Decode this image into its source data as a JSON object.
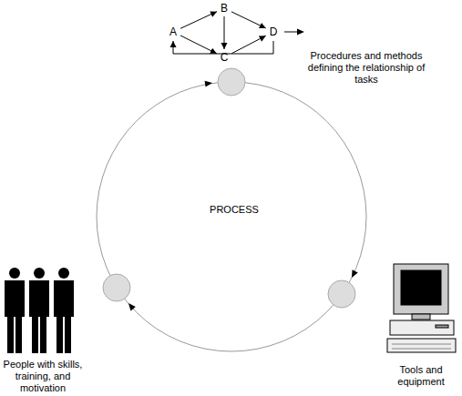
{
  "diagram": {
    "nodes": [
      {
        "text": [
          "A"
        ]
      },
      {
        "text": [
          "B"
        ]
      },
      {
        "text": [
          "C"
        ]
      },
      {
        "text": [
          "D"
        ]
      }
    ],
    "edges": [
      {
        "from": 0,
        "to": 1,
        "arrow": "to"
      },
      {
        "from": 0,
        "to": 2,
        "arrow": "to"
      },
      {
        "from": 1,
        "to": 2,
        "arrow": "to"
      },
      {
        "from": 1,
        "to": 3,
        "arrow": "to"
      },
      {
        "from": 2,
        "to": 3,
        "arrow": "to"
      },
      {
        "from": 3,
        "to": 0,
        "arrow": "to"
      }
    ],
    "labels": [
      "Procedures and methods defining the relationship of tasks",
      "PROCESS",
      "People with skills, training, and motivation",
      "Tools and equipment"
    ]
  }
}
